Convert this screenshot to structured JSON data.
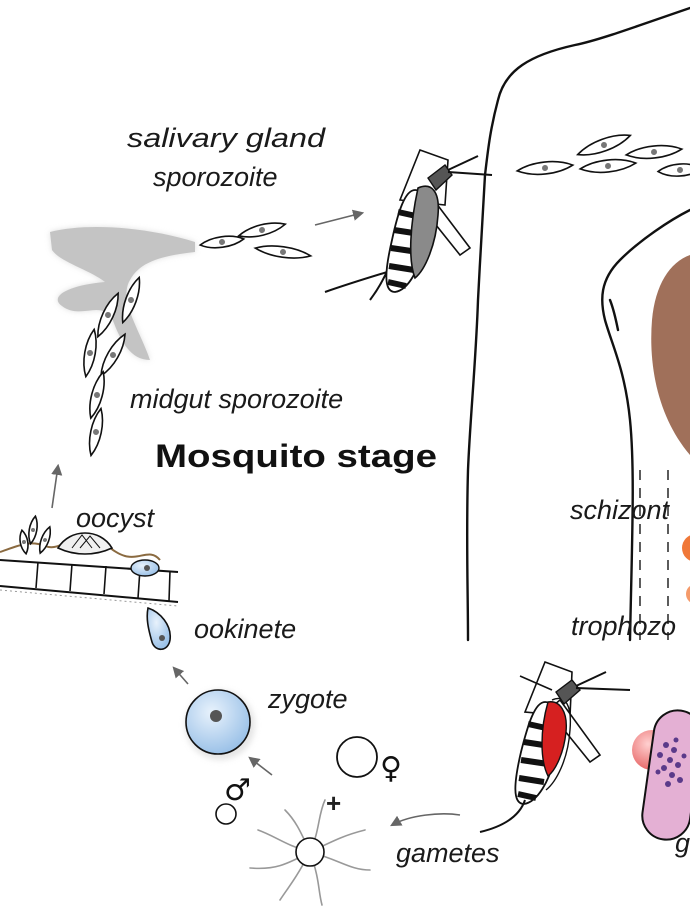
{
  "labels": {
    "salivary_line1": "salivary gland",
    "salivary_line2": "sporozoite",
    "midgut": "midgut sporozoite",
    "title": "Mosquito stage",
    "oocyst": "oocyst",
    "ookinete": "ookinete",
    "zygote": "zygote",
    "gametes": "gametes",
    "schizont": "schizont",
    "trophozoite": "trophozo",
    "partial_g": "g"
  },
  "symbols": {
    "male": "♂",
    "female": "♀",
    "plus": "+"
  },
  "colors": {
    "gland": "#c4c4c4",
    "liver": "#a0705a",
    "blood": "#d62020",
    "cell_blue": "#b8d4ef",
    "rbc_pink": "#e4b0d4",
    "rbc_red": "#f08080",
    "arrow": "#666666"
  }
}
